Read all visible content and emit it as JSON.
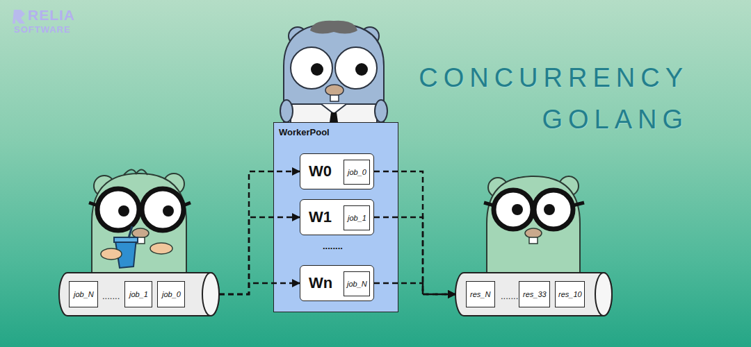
{
  "diagram": {
    "title": "CONCURRENCY GOLANG",
    "nodes": [
      {
        "text": [
          "......."
        ]
      },
      {
        "text": [
          "job_N"
        ],
        "in": 0
      },
      {
        "text": [
          "job_1"
        ],
        "in": 0
      },
      {
        "text": [
          "job_0"
        ],
        "in": 0
      },
      {
        "text": [
          "WorkerPool",
          "........"
        ]
      },
      {
        "text": [
          "W0"
        ],
        "in": 4
      },
      {
        "text": [
          "job_0"
        ],
        "in": 5
      },
      {
        "text": [
          "W1"
        ],
        "in": 4
      },
      {
        "text": [
          "job_1"
        ],
        "in": 7
      },
      {
        "text": [
          "Wn"
        ],
        "in": 4
      },
      {
        "text": [
          "job_N"
        ],
        "in": 9
      },
      {
        "text": [
          "......."
        ]
      },
      {
        "text": [
          "res_N"
        ],
        "in": 11
      },
      {
        "text": [
          "res_33"
        ],
        "in": 11
      },
      {
        "text": [
          "res_10"
        ],
        "in": 11
      }
    ],
    "edges": [
      {
        "from": 0,
        "to": 5,
        "arrow": "to"
      },
      {
        "from": 0,
        "to": 7,
        "arrow": "to"
      },
      {
        "from": 0,
        "to": 9,
        "arrow": "to"
      },
      {
        "from": 5,
        "to": 11,
        "arrow": "to"
      },
      {
        "from": 7,
        "to": 11,
        "arrow": "to"
      },
      {
        "from": 9,
        "to": 11,
        "arrow": "to"
      }
    ],
    "labels": [
      "RELIA",
      "SOFTWARE"
    ]
  }
}
